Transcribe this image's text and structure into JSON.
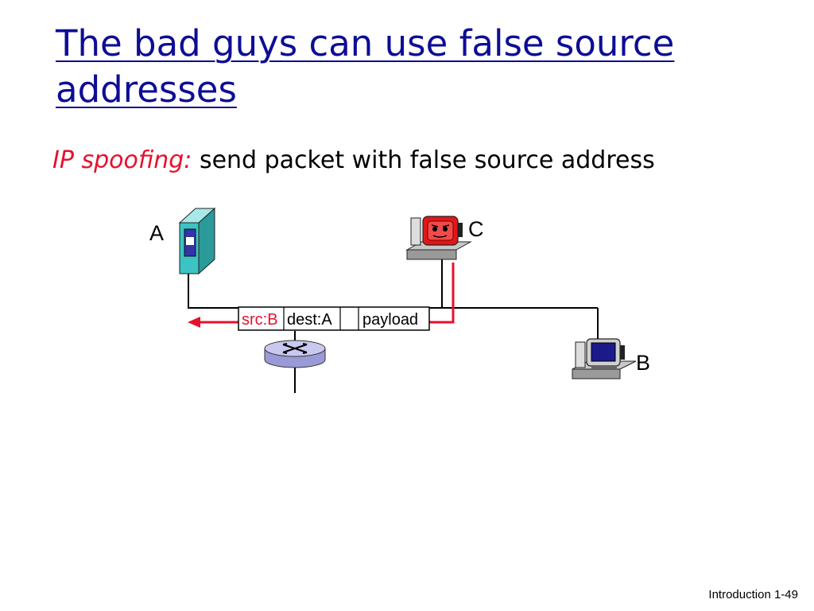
{
  "slide": {
    "title": "The bad guys can use false source addresses",
    "subtitle_term": "IP spoofing:",
    "subtitle_text": "send packet with false source address",
    "footer": "Introduction 1-49"
  },
  "hosts": {
    "a_label": "A",
    "b_label": "B",
    "c_label": "C"
  },
  "packet": {
    "src": "src:B",
    "dest": "dest:A",
    "empty": "",
    "payload": "payload"
  },
  "colors": {
    "title": "#0d0d96",
    "accent_red": "#e8112d",
    "wire": "#000000",
    "server_body": "#3cc4c4",
    "router": "#b3b3e6"
  }
}
